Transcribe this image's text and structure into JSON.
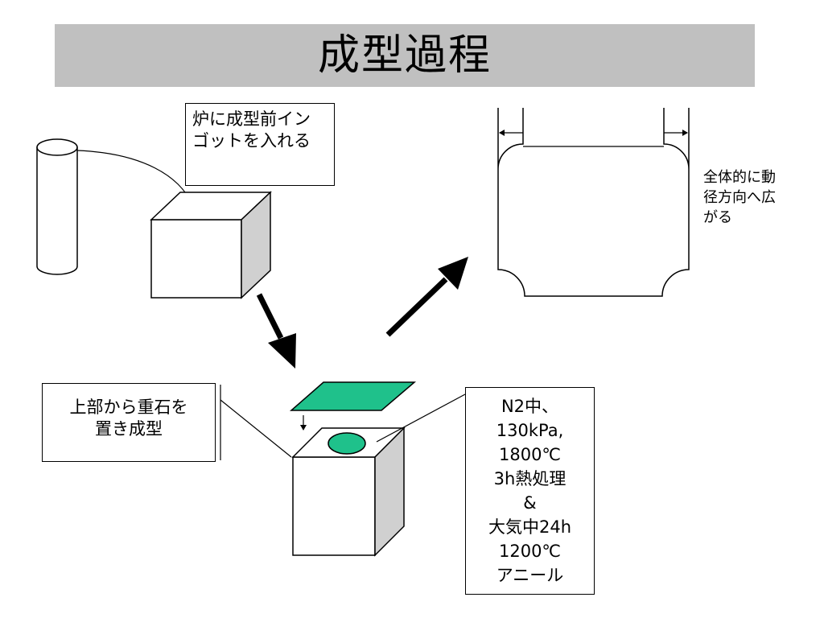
{
  "slide": {
    "title": "成型過程"
  },
  "boxes": {
    "furnace": [
      "炉に成型前イン",
      "ゴットを入れる"
    ],
    "press": [
      "上部から重石を",
      "置き成型"
    ],
    "treatment": [
      "N2中、",
      "130kPa,",
      "1800℃",
      "3h熱処理",
      "&",
      "大気中24h",
      "1200℃",
      "アニール"
    ]
  },
  "notes": {
    "expansion": [
      "全体的に動",
      "径方向へ広",
      "がる"
    ]
  },
  "colors": {
    "title_bar": "#c0c0c0",
    "weight_plate": "#1fc18b",
    "cube_side": "#d0d0d0",
    "arrow": "#000000"
  }
}
